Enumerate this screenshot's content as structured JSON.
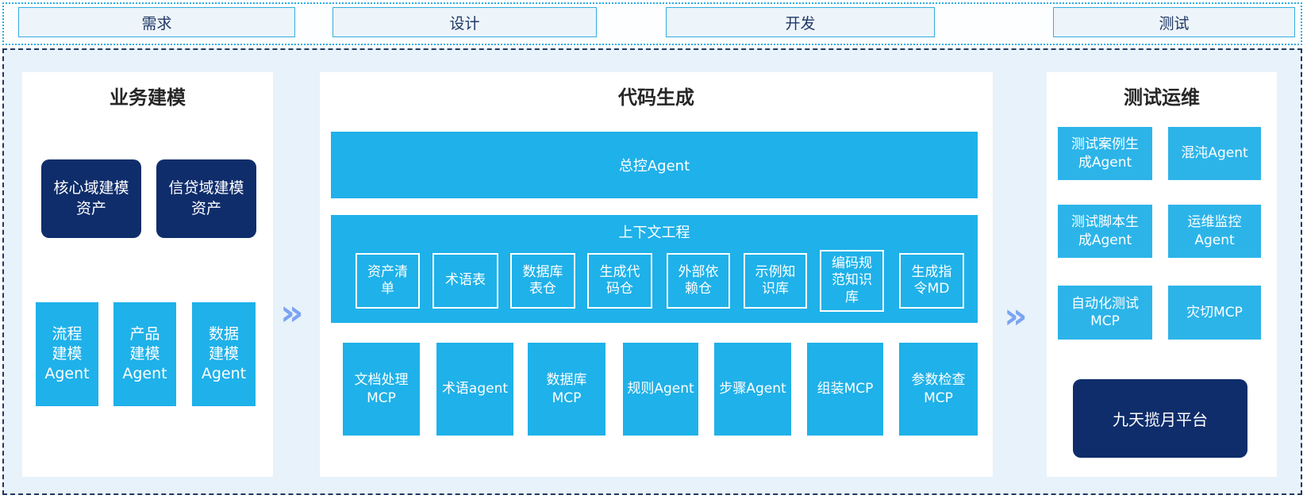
{
  "colors": {
    "accent_cyan": "#1FB1E9",
    "accent_cyan_light": "#2CB4E9",
    "navy": "#0F2D6B",
    "container_bg": "#E7F2FB",
    "strip_border": "#2AACE3",
    "main_border": "#223A5E",
    "phase_text": "#1F3864",
    "chevron": "#7BA4F2"
  },
  "phases": {
    "items": [
      {
        "label": "需求"
      },
      {
        "label": "设计"
      },
      {
        "label": "开发"
      },
      {
        "label": "测试"
      }
    ]
  },
  "arrow": {
    "glyph": "»"
  },
  "business": {
    "title": "业务建模",
    "assets": [
      {
        "label": "核心域建模\n资产"
      },
      {
        "label": "信贷域建模\n资产"
      }
    ],
    "agents": [
      {
        "label": "流程\n建模\nAgent"
      },
      {
        "label": "产品\n建模\nAgent"
      },
      {
        "label": "数据\n建模\nAgent"
      }
    ]
  },
  "codegen": {
    "title": "代码生成",
    "master_agent": "总控Agent",
    "context": {
      "title": "上下文工程",
      "items": [
        {
          "label": "资产清\n单"
        },
        {
          "label": "术语表"
        },
        {
          "label": "数据库\n表仓"
        },
        {
          "label": "生成代\n码仓"
        },
        {
          "label": "外部依\n赖仓"
        },
        {
          "label": "示例知\n识库"
        },
        {
          "label": "编码规\n范知识\n库"
        },
        {
          "label": "生成指\n令MD"
        }
      ]
    },
    "tools": [
      {
        "label": "文档处理\nMCP"
      },
      {
        "label": "术语agent"
      },
      {
        "label": "数据库\nMCP"
      },
      {
        "label": "规则Agent"
      },
      {
        "label": "步骤Agent"
      },
      {
        "label": "组装MCP"
      },
      {
        "label": "参数检查\nMCP"
      }
    ]
  },
  "testops": {
    "title": "测试运维",
    "boxes": [
      {
        "label": "测试案例生\n成Agent"
      },
      {
        "label": "混沌Agent"
      },
      {
        "label": "测试脚本生\n成Agent"
      },
      {
        "label": "运维监控\nAgent"
      },
      {
        "label": "自动化测试\nMCP"
      },
      {
        "label": "灾切MCP"
      }
    ],
    "platform": {
      "label": "九天揽月平台"
    }
  }
}
